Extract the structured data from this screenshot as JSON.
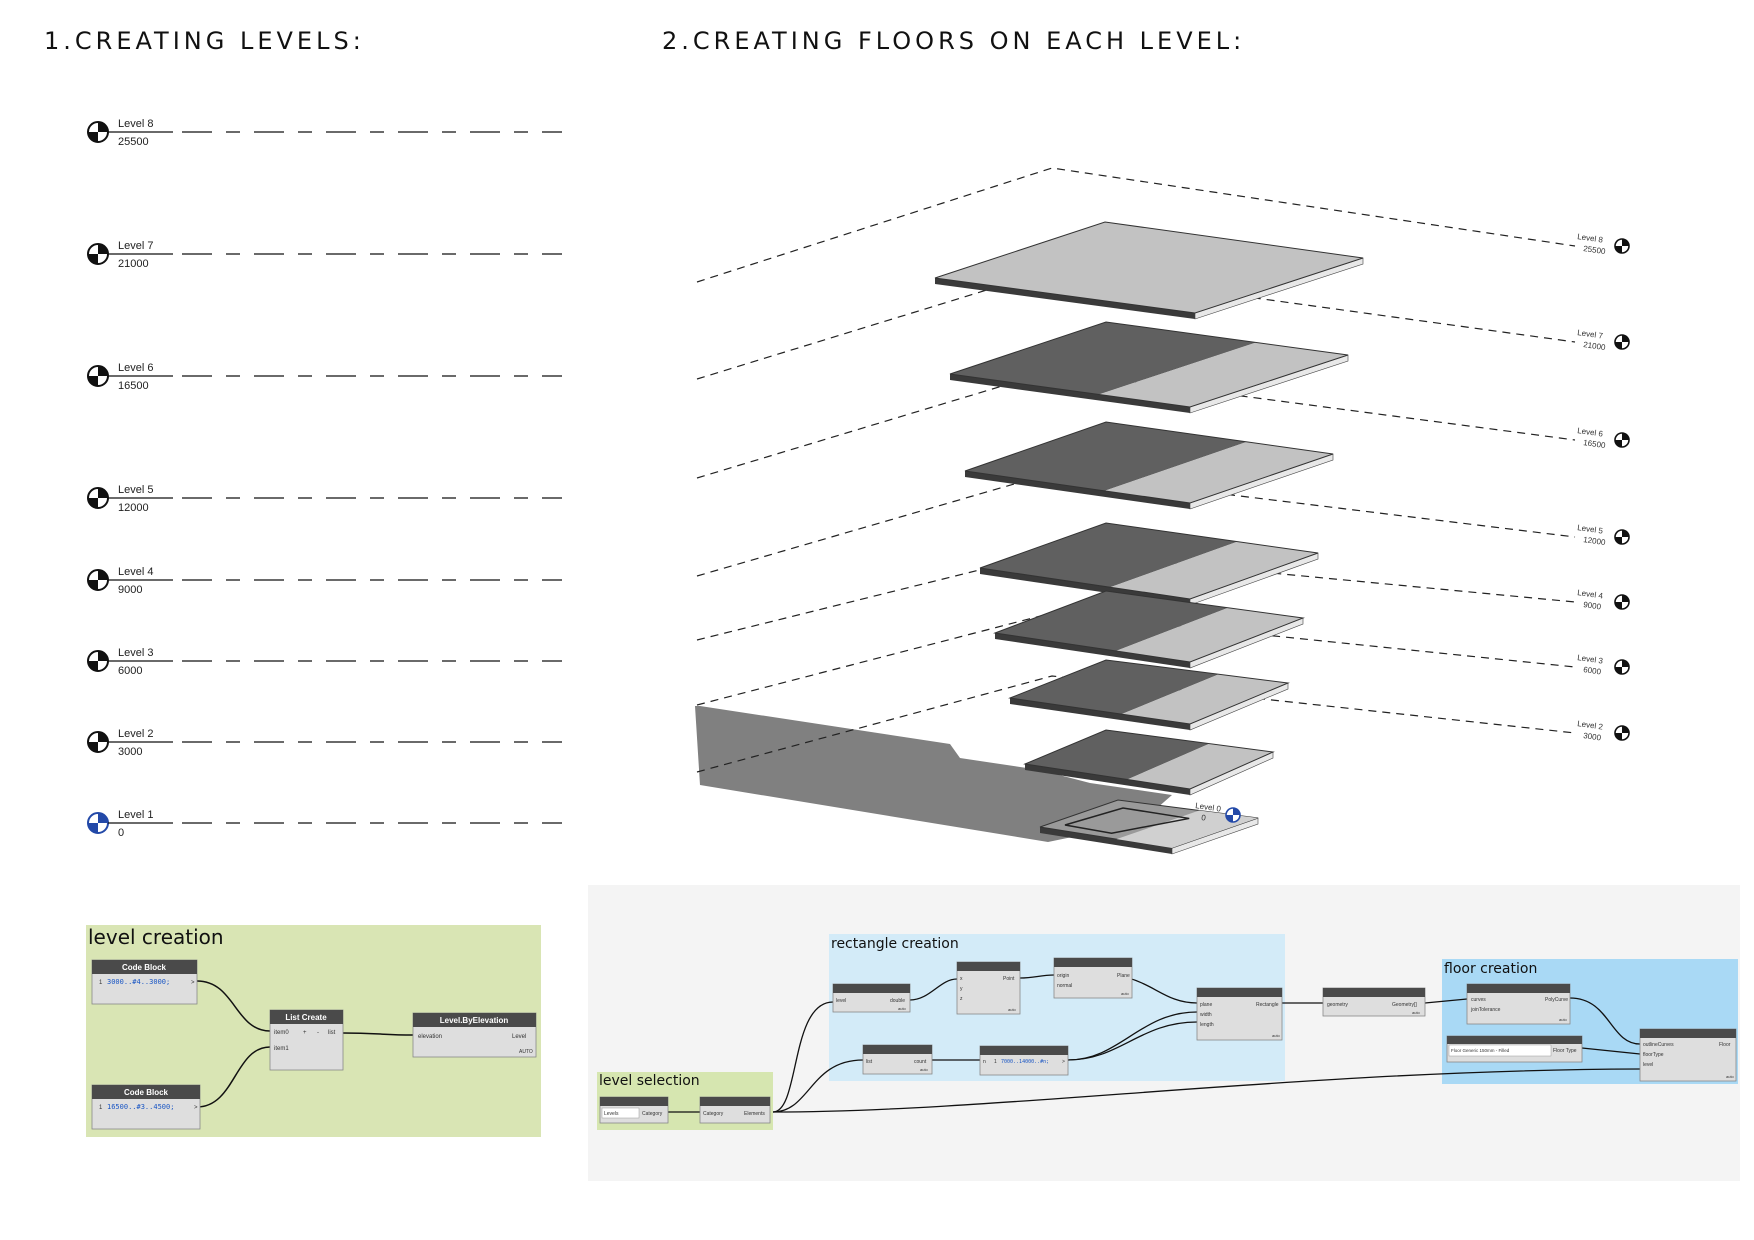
{
  "headings": {
    "left": "1.CREATING LEVELS:",
    "right": "2.CREATING FLOORS ON EACH LEVEL:"
  },
  "levels": [
    {
      "name": "Level 8",
      "elevation": "25500"
    },
    {
      "name": "Level 7",
      "elevation": "21000"
    },
    {
      "name": "Level 6",
      "elevation": "16500"
    },
    {
      "name": "Level 5",
      "elevation": "12000"
    },
    {
      "name": "Level 4",
      "elevation": "9000"
    },
    {
      "name": "Level 3",
      "elevation": "6000"
    },
    {
      "name": "Level 2",
      "elevation": "3000"
    },
    {
      "name": "Level 1",
      "elevation": "0"
    }
  ],
  "iso_levels": [
    {
      "name": "Level 8",
      "elevation": "25500"
    },
    {
      "name": "Level 7",
      "elevation": "21000"
    },
    {
      "name": "Level 6",
      "elevation": "16500"
    },
    {
      "name": "Level 5",
      "elevation": "12000"
    },
    {
      "name": "Level 4",
      "elevation": "9000"
    },
    {
      "name": "Level 3",
      "elevation": "6000"
    },
    {
      "name": "Level 2",
      "elevation": "3000"
    },
    {
      "name": "Level 0",
      "elevation": "0"
    }
  ],
  "colors": {
    "level_group_bg": "#d9e5b4",
    "rectangle_group_bg": "#d3ebf8",
    "floor_group_bg": "#a9d9f5",
    "level_selection_bg": "#d6e6b0",
    "canvas_bg": "#f4f4f4",
    "node_header": "#4a4a4a",
    "node_body": "#dedede",
    "level_head_active": "#2349a8",
    "floor_dark": "#606060",
    "floor_light": "#c2c2c2"
  },
  "graph_left": {
    "group_label": "level creation",
    "code_block_1": {
      "title": "Code Block",
      "line": "1",
      "code": "3000..#4..3000;",
      "out": ">"
    },
    "code_block_2": {
      "title": "Code Block",
      "line": "1",
      "code": "16500..#3..4500;",
      "out": ">"
    },
    "list_create": {
      "title": "List Create",
      "in1": "item0",
      "in2": "item1",
      "plus": "+",
      "minus": "-",
      "out": "list"
    },
    "level_by_elevation": {
      "title": "Level.ByElevation",
      "in": "elevation",
      "out": "Level",
      "footer": "AUTO"
    }
  },
  "graph_right": {
    "groups": {
      "rectangle": "rectangle creation",
      "level_selection": "level selection",
      "floor": "floor creation"
    },
    "levels_node": {
      "left": "Levels",
      "right": "Category"
    },
    "all_elements": {
      "in": "Category",
      "out": "Elements"
    },
    "elevation_node": {
      "in": "level",
      "out": "double",
      "footer": "auto"
    },
    "point_node": {
      "in1": "x",
      "in2": "y",
      "in3": "z",
      "out": "Point",
      "footer": "auto"
    },
    "plane_node": {
      "in1": "origin",
      "in2": "normal",
      "out": "Plane",
      "footer": "auto"
    },
    "rect_node": {
      "in1": "plane",
      "in2": "width",
      "in3": "length",
      "out": "Rectangle",
      "footer": "auto"
    },
    "count_node": {
      "in": "list",
      "out": "count",
      "footer": "auto"
    },
    "range_node": {
      "in": "n",
      "line": "1",
      "code": "7000..14000..#n;",
      "out": ">"
    },
    "geometry_node": {
      "in": "geometry",
      "out": "Geometry[]",
      "footer": "auto"
    },
    "polycurve_node": {
      "in1": "curves",
      "in2": "joinTolerance",
      "out": "PolyCurve",
      "footer": "auto"
    },
    "floortype_node": {
      "text": "Floor Generic 150mm - Filled",
      "out": "Floor Type"
    },
    "floor_node": {
      "in1": "outlineCurves",
      "in2": "floorType",
      "in3": "level",
      "out": "Floor",
      "footer": "auto"
    }
  }
}
